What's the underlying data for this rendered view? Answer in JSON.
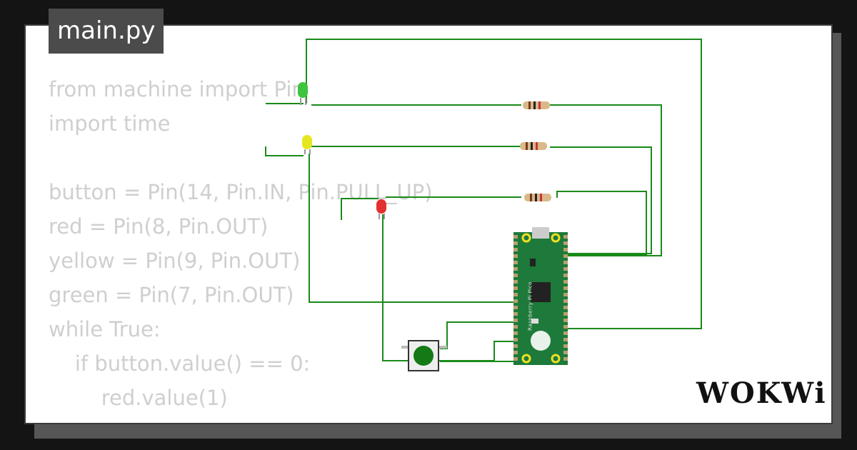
{
  "file_tab": {
    "label": "main.py"
  },
  "code_lines": [
    "from machine import Pin",
    "import time",
    "",
    "button = Pin(14, Pin.IN, Pin.PULL_UP)",
    "red = Pin(8, Pin.OUT)",
    "yellow = Pin(9, Pin.OUT)",
    "green = Pin(7, Pin.OUT)",
    "while True:",
    "    if button.value() == 0:",
    "        red.value(1)"
  ],
  "board": {
    "name": "Raspberry Pi Pico"
  },
  "logo": {
    "text": "WOKWi"
  },
  "colors": {
    "wire": "#1a8a1a",
    "board": "#1d7a3a",
    "led_green": "#3ec43e",
    "led_yellow": "#e6e620",
    "led_red": "#e23030"
  }
}
